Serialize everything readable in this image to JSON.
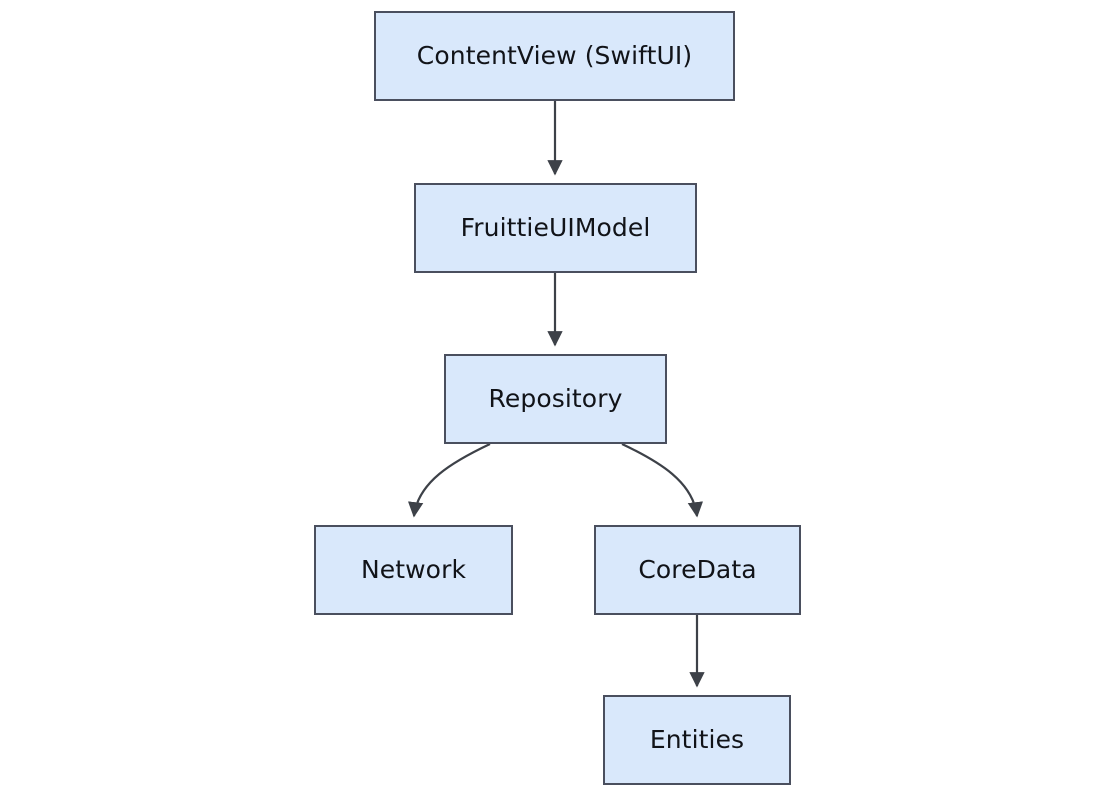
{
  "diagram": {
    "type": "flowchart",
    "direction": "top-down",
    "background_color": "#ffffff",
    "node_fill_color": "#d9e8fb",
    "node_border_color": "#4a4f5e",
    "edge_color": "#3d4148",
    "text_color": "#111318",
    "nodes": [
      {
        "id": "contentview",
        "label": "ContentView (SwiftUI)"
      },
      {
        "id": "uimodel",
        "label": "FruittieUIModel"
      },
      {
        "id": "repository",
        "label": "Repository"
      },
      {
        "id": "network",
        "label": "Network"
      },
      {
        "id": "coredata",
        "label": "CoreData"
      },
      {
        "id": "entities",
        "label": "Entities"
      }
    ],
    "edges": [
      {
        "from": "contentview",
        "to": "uimodel",
        "style": "straight",
        "arrow": "filled-triangle"
      },
      {
        "from": "uimodel",
        "to": "repository",
        "style": "straight",
        "arrow": "filled-triangle"
      },
      {
        "from": "repository",
        "to": "network",
        "style": "curved",
        "arrow": "filled-triangle"
      },
      {
        "from": "repository",
        "to": "coredata",
        "style": "curved",
        "arrow": "filled-triangle"
      },
      {
        "from": "coredata",
        "to": "entities",
        "style": "straight",
        "arrow": "filled-triangle"
      }
    ]
  }
}
